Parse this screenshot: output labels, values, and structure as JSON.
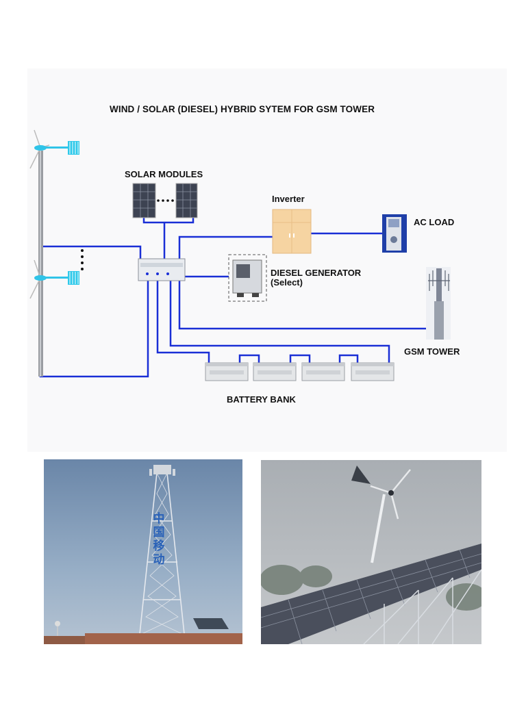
{
  "diagram": {
    "title": "WIND / SOLAR (DIESEL) HYBRID SYTEM FOR GSM TOWER",
    "labels": {
      "solar_modules": "SOLAR MODULES",
      "inverter": "Inverter",
      "ac_load": "AC LOAD",
      "diesel_line1": "DIESEL GENERATOR",
      "diesel_line2": "(Select)",
      "gsm_tower": "GSM TOWER",
      "battery_bank": "BATTERY BANK"
    },
    "wire_color": "#1a2fd6"
  },
  "photos": {
    "left": {
      "tower_sign": [
        "中",
        "国",
        "移",
        "动"
      ]
    },
    "right": {}
  }
}
